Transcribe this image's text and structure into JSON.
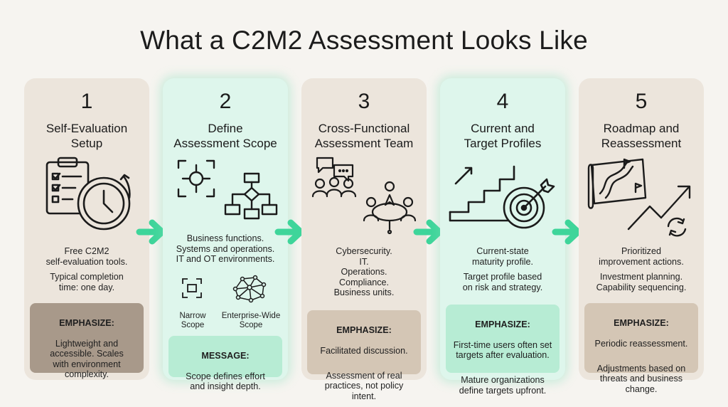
{
  "title": "What a C2M2 Assessment Looks Like",
  "steps": [
    {
      "number": "1",
      "heading": "Self-Evaluation\nSetup",
      "text1": "Free C2M2\nself-evaluation tools.",
      "text2": "Typical completion\ntime: one day.",
      "box_title": "EMPHASIZE:",
      "box_text": "Lightweight and\naccessible. Scales\nwith environment\ncomplexity."
    },
    {
      "number": "2",
      "heading": "Define\nAssessment Scope",
      "text1": "Business functions.\nSystems and operations.\nIT and OT environments.",
      "label_narrow": "Narrow\nScope",
      "label_wide": "Enterprise-Wide\nScope",
      "box_title": "MESSAGE:",
      "box_text": "Scope defines effort\nand insight depth."
    },
    {
      "number": "3",
      "heading": "Cross-Functional\nAssessment Team",
      "text1": "Cybersecurity.\nIT.\nOperations.\nCompliance.\nBusiness units.",
      "box_title": "EMPHASIZE:",
      "box_text1": "Facilitated discussion.",
      "box_text2": "Assessment of real\npractices, not policy\nintent."
    },
    {
      "number": "4",
      "heading": "Current and\nTarget Profiles",
      "text1": "Current-state\nmaturity profile.",
      "text2": "Target profile based\non risk and strategy.",
      "box_title": "EMPHASIZE:",
      "box_text1": "First-time users often set\ntargets after evaluation.",
      "box_text2": "Mature organizations\ndefine targets upfront."
    },
    {
      "number": "5",
      "heading": "Roadmap and\nReassessment",
      "text1": "Prioritized\nimprovement actions.",
      "text2": "Investment planning.\nCapability sequencing.",
      "box_title": "EMPHASIZE:",
      "box_text1": "Periodic reassessment.",
      "box_text2": "Adjustments based on\nthreats and business\nchange."
    }
  ],
  "icons": {
    "step1": "checklist-clock-icon",
    "step2": "target-flowchart-icon",
    "step3": "team-meeting-icon",
    "step4": "stairs-target-icon",
    "step5": "roadmap-growth-icon",
    "small_narrow": "narrow-scope-icon",
    "small_wide": "network-icon",
    "arrows": "chevron-arrow-icon"
  },
  "colors": {
    "beige_card": "#ece5dc",
    "mint_card": "#def6ec",
    "arrow_green": "#3ed59a",
    "emphasize_brown": "#a8998a",
    "emphasize_tan": "#d4c6b5",
    "message_mint": "#b7ecd4"
  }
}
